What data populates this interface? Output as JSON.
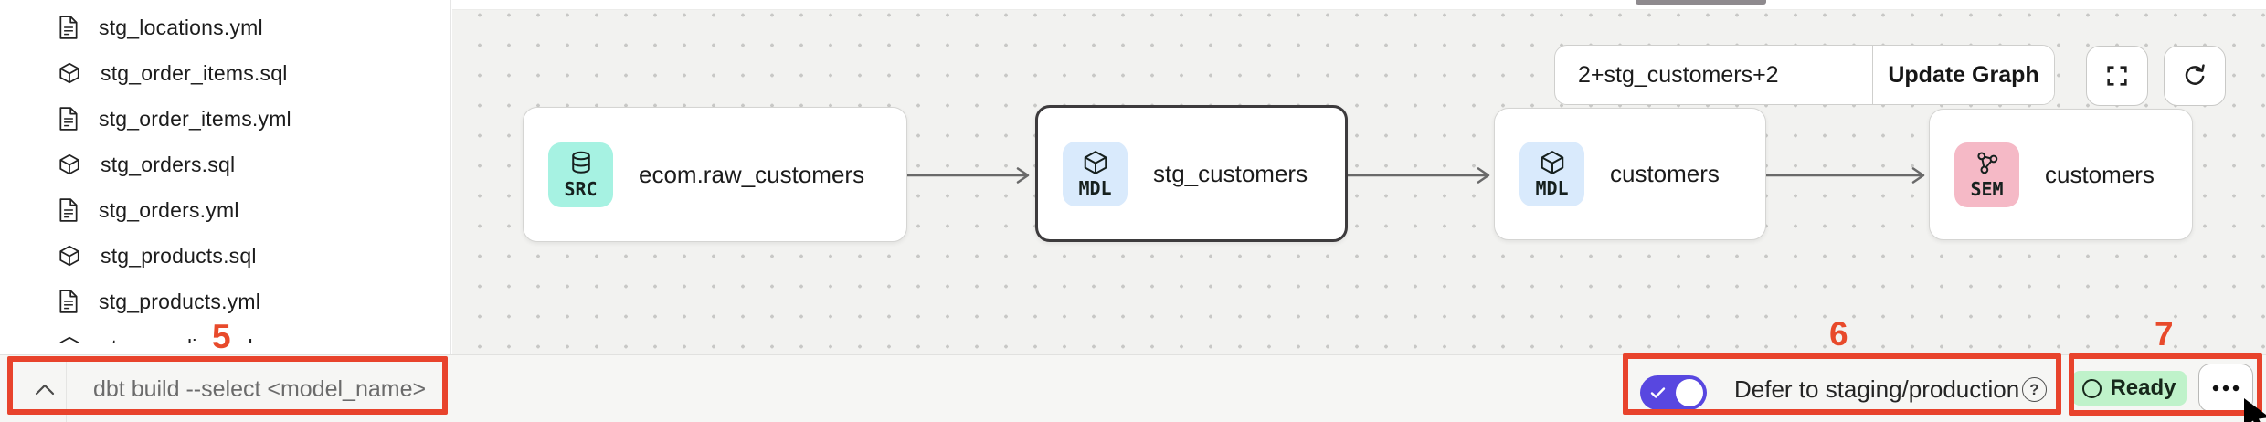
{
  "sidebar": {
    "files": [
      {
        "label": "stg_locations.yml",
        "icon": "file-doc-icon"
      },
      {
        "label": "stg_order_items.sql",
        "icon": "model-cube-icon"
      },
      {
        "label": "stg_order_items.yml",
        "icon": "file-doc-icon"
      },
      {
        "label": "stg_orders.sql",
        "icon": "model-cube-icon"
      },
      {
        "label": "stg_orders.yml",
        "icon": "file-doc-icon"
      },
      {
        "label": "stg_products.sql",
        "icon": "model-cube-icon"
      },
      {
        "label": "stg_products.yml",
        "icon": "file-doc-icon"
      },
      {
        "label": "stg_supplies.sql",
        "icon": "model-cube-icon"
      }
    ]
  },
  "graph": {
    "selector_input_value": "2+stg_customers+2",
    "update_button_label": "Update Graph",
    "nodes": [
      {
        "type": "SRC",
        "label": "ecom.raw_customers",
        "icon": "database-icon",
        "badge_color": "#A6F2E2",
        "selected": false
      },
      {
        "type": "MDL",
        "label": "stg_customers",
        "icon": "model-cube-icon",
        "badge_color": "#D9EAFC",
        "selected": true
      },
      {
        "type": "MDL",
        "label": "customers",
        "icon": "model-cube-icon",
        "badge_color": "#D9EAFC",
        "selected": false
      },
      {
        "type": "SEM",
        "label": "customers",
        "icon": "semantic-model-icon",
        "badge_color": "#F5B9C6",
        "selected": false
      }
    ]
  },
  "command_bar": {
    "placeholder": "dbt build --select <model_name>"
  },
  "status_bar": {
    "defer_toggle_on": true,
    "defer_label": "Defer to staging/production",
    "ready_label": "Ready"
  },
  "annotations": {
    "labels": [
      "5",
      "6",
      "7"
    ],
    "color": "#E8432C"
  },
  "colors": {
    "annotation_red": "#E8432C",
    "src_badge": "#A6F2E2",
    "mdl_badge": "#D9EAFC",
    "sem_badge": "#F5B9C6",
    "toggle_purple": "#5847E0",
    "ready_green": "#BFF2CA",
    "canvas_bg": "#F2F2F0"
  }
}
